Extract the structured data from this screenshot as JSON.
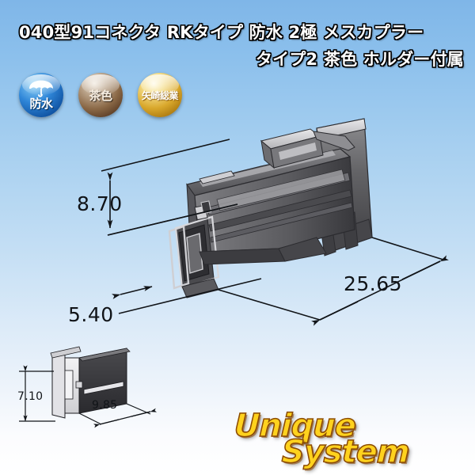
{
  "product": {
    "title_line1": "040型91コネクタ RKタイプ 防水 2極 メスカプラー",
    "title_line2": "タイプ2 茶色 ホルダー付属"
  },
  "badges": [
    {
      "name": "waterproof",
      "label": "防水",
      "icon": "umbrella-icon",
      "color": "#2f86d8"
    },
    {
      "name": "color",
      "label": "茶色",
      "icon": "brown-sphere-icon",
      "color": "#8a6846"
    },
    {
      "name": "manufacturer",
      "label": "矢崎総業",
      "icon": "gold-sphere-icon",
      "color": "#d9a82c"
    }
  ],
  "dimensions": {
    "height": "8.70",
    "width": "5.40",
    "length": "25.65",
    "inset_height": "7.10",
    "inset_width": "9.85"
  },
  "watermark": {
    "line1": "Unique",
    "line2": "System"
  },
  "colors": {
    "background_top": "#7fb6e8",
    "background_bottom": "#ffffff",
    "line": "#111418",
    "logo": "#ffd21e"
  }
}
